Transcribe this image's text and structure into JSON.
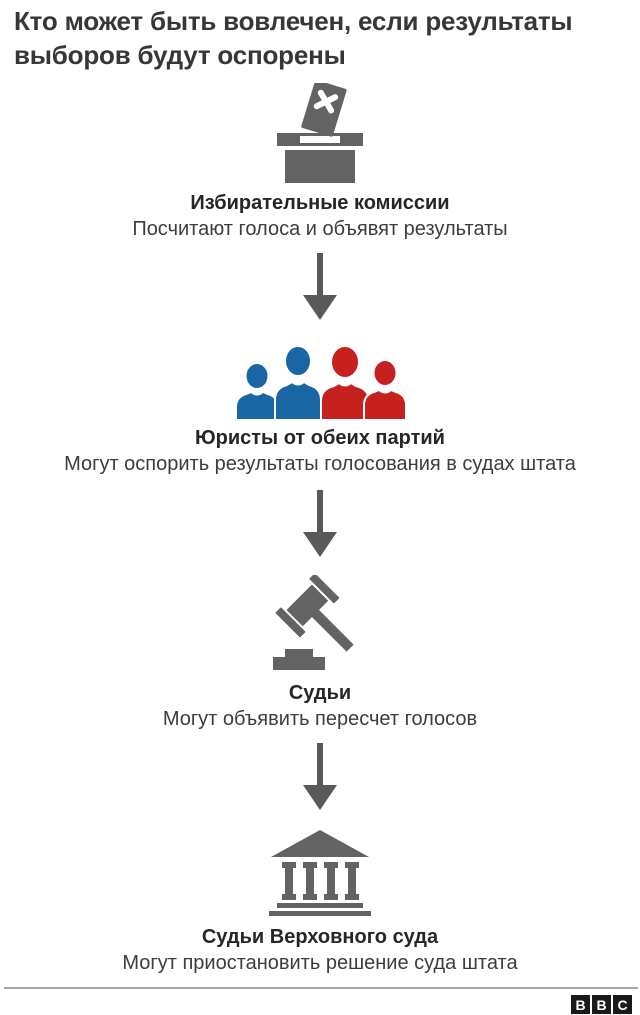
{
  "title": "Кто может быть вовлечен, если результаты выборов будут оспорены",
  "steps": [
    {
      "icon": "ballot-box-icon",
      "heading": "Избирательные комиссии",
      "description": "Посчитают голоса и объявят результаты"
    },
    {
      "icon": "party-lawyers-icon",
      "heading": "Юристы от обеих партий",
      "description": "Могут оспорить результаты голосования в судах штата"
    },
    {
      "icon": "gavel-icon",
      "heading": "Судьи",
      "description": "Могут объявить пересчет голосов"
    },
    {
      "icon": "courthouse-icon",
      "heading": "Судьи Верховного суда",
      "description": "Могут приостановить решение суда штата"
    }
  ],
  "footer": {
    "logo_letters": [
      "B",
      "B",
      "C"
    ]
  },
  "colors": {
    "icon_gray": "#636363",
    "arrow_gray": "#59595b",
    "democrat_blue": "#1a66a5",
    "republican_red": "#c6201f",
    "title_text": "#373737",
    "divider": "#a6a6a6",
    "logo_black": "#1a1a1a"
  }
}
